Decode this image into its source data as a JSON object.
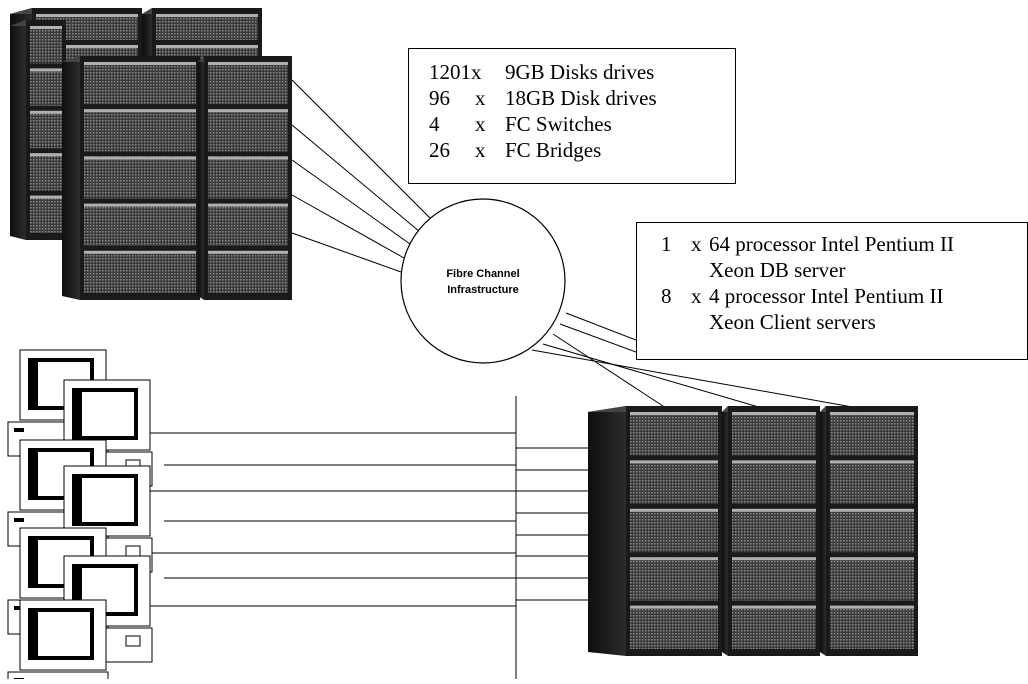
{
  "storage_box": {
    "rows": [
      {
        "qty": "1201x",
        "x": "",
        "item": "9GB Disks drives"
      },
      {
        "qty": "96",
        "x": "x",
        "item": "18GB Disk drives"
      },
      {
        "qty": "4",
        "x": "x",
        "item": "FC Switches"
      },
      {
        "qty": "26",
        "x": "x",
        "item": "FC Bridges"
      }
    ]
  },
  "server_box": {
    "rows": [
      {
        "qty": "1",
        "x": "x",
        "item": "64 processor Intel Pentium II",
        "cont": "Xeon DB server"
      },
      {
        "qty": "8",
        "x": "x",
        "item": "4 processor Intel Pentium II",
        "cont": "Xeon Client servers"
      }
    ]
  },
  "hub": {
    "line1": "Fibre Channel",
    "line2": "Infrastructure"
  },
  "colors": {
    "line": "#000000",
    "cabinet_dark": "#1c1c1c",
    "cabinet_mid": "#5a5a5a",
    "cabinet_light": "#9a9a9a",
    "background": "#ffffff"
  }
}
